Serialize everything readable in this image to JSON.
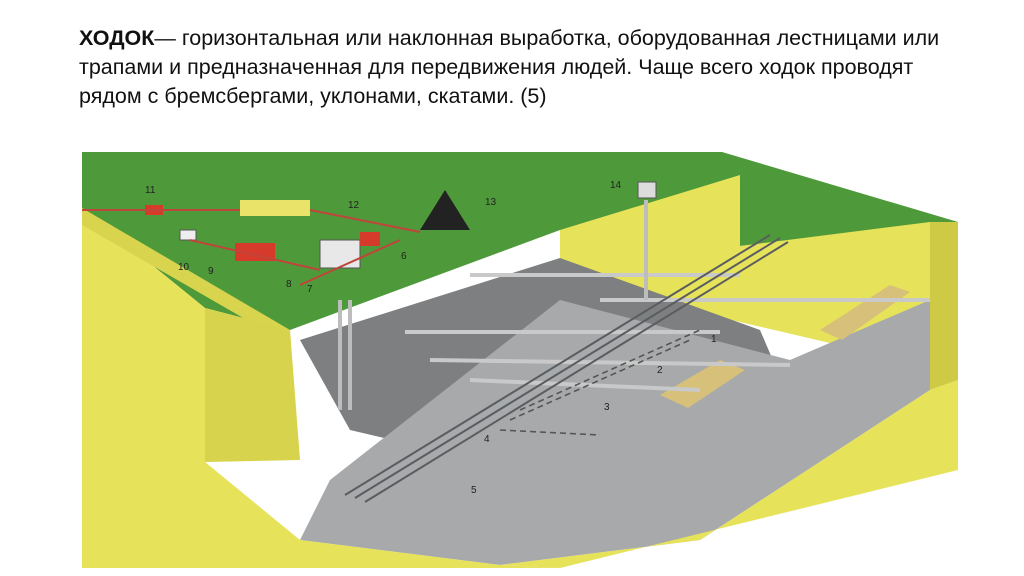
{
  "definition": {
    "term": "ХОДОК",
    "text": "— горизонтальная или наклонная выработка, оборудованная лестницами или трапами и предназначенная для передвижения людей. Чаще всего ходок проводят рядом с бремсбергами, уклонами, скатами. (5)"
  },
  "diagram": {
    "labels": [
      "1",
      "2",
      "3",
      "4",
      "5",
      "6",
      "7",
      "8",
      "9",
      "10",
      "11",
      "12",
      "13",
      "14"
    ]
  },
  "colors": {
    "surface_green": "#4e9a3a",
    "rock_yellow": "#e6e25a",
    "seam_gray": "#7d7f80",
    "floor_gray": "#a7a9ab",
    "building_red": "#d63a2a"
  }
}
